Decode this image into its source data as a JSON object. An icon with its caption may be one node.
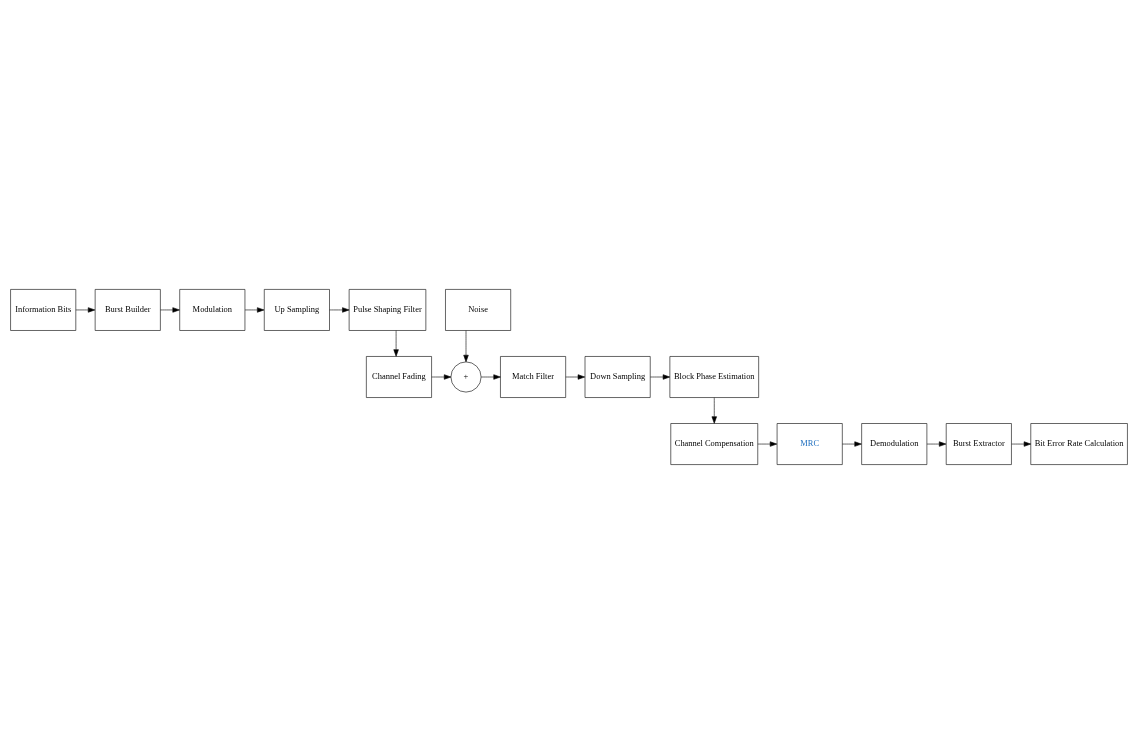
{
  "diagram": {
    "nodes": [
      {
        "text": [
          "Information Bits"
        ]
      },
      {
        "text": [
          "Burst Builder"
        ]
      },
      {
        "text": [
          "Modulation"
        ]
      },
      {
        "text": [
          "Up Sampling"
        ]
      },
      {
        "text": [
          "Pulse Shaping Filter"
        ]
      },
      {
        "text": [
          "Channel Fading"
        ]
      },
      {
        "text": [
          "+"
        ]
      },
      {
        "text": [
          "Match Filter"
        ]
      },
      {
        "text": [
          "Down Sampling"
        ]
      },
      {
        "text": [
          "Block Phase Estimation"
        ]
      },
      {
        "text": [
          "Noise"
        ]
      },
      {
        "text": [
          "Channel Compensation"
        ]
      },
      {
        "text": [
          "MRC"
        ]
      },
      {
        "text": [
          "Demodulation"
        ]
      },
      {
        "text": [
          "Burst Extractor"
        ]
      },
      {
        "text": [
          "Bit Error Rate Calculation"
        ]
      }
    ],
    "edges": [
      {
        "from": 0,
        "to": 1,
        "arrow": "to"
      },
      {
        "from": 1,
        "to": 2,
        "arrow": "to"
      },
      {
        "from": 2,
        "to": 3,
        "arrow": "to"
      },
      {
        "from": 3,
        "to": 4,
        "arrow": "to"
      },
      {
        "from": 4,
        "to": 5,
        "arrow": "to"
      },
      {
        "from": 5,
        "to": 6,
        "arrow": "to"
      },
      {
        "from": 10,
        "to": 6,
        "arrow": "to"
      },
      {
        "from": 6,
        "to": 7,
        "arrow": "to"
      },
      {
        "from": 7,
        "to": 8,
        "arrow": "to"
      },
      {
        "from": 8,
        "to": 9,
        "arrow": "to"
      },
      {
        "from": 9,
        "to": 11,
        "arrow": "to"
      },
      {
        "from": 11,
        "to": 12,
        "arrow": "to"
      },
      {
        "from": 12,
        "to": 13,
        "arrow": "to"
      },
      {
        "from": 13,
        "to": 14,
        "arrow": "to"
      },
      {
        "from": 14,
        "to": 15,
        "arrow": "to"
      }
    ]
  }
}
